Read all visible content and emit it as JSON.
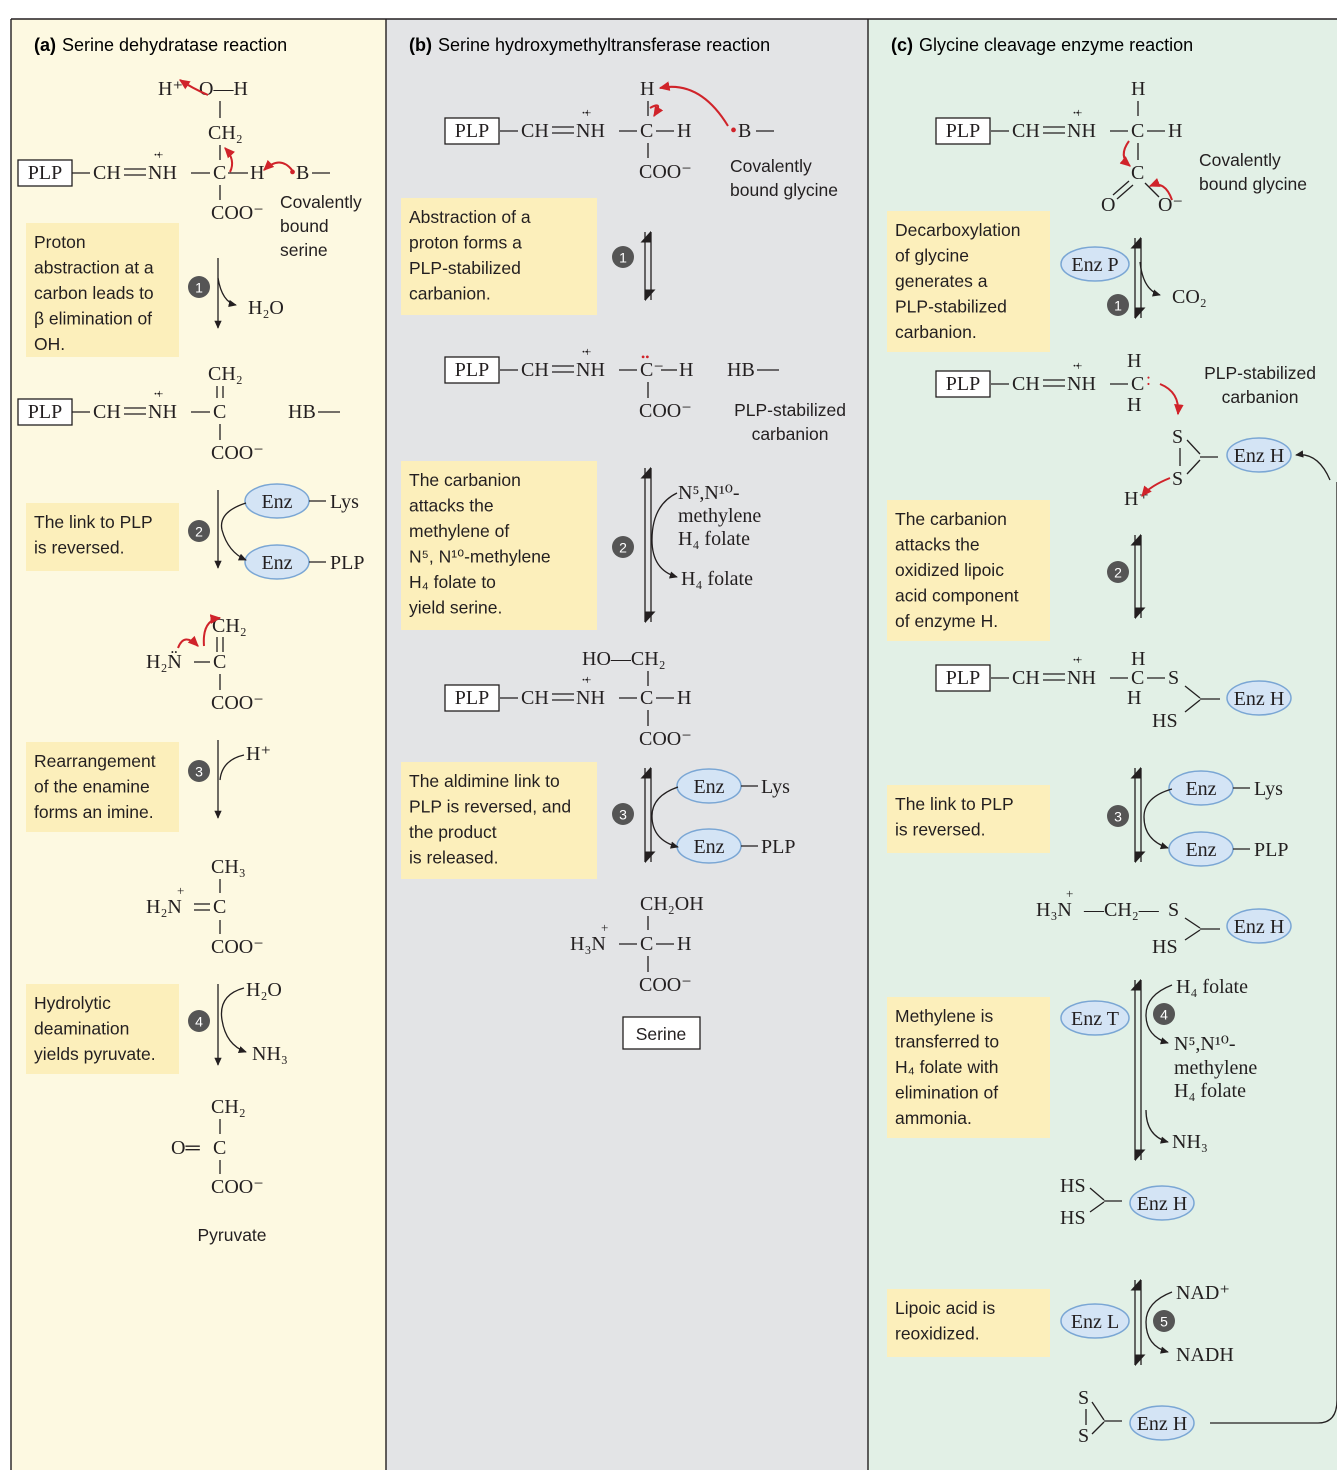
{
  "colors": {
    "panel_a_bg": "#fdf9e1",
    "panel_b_bg": "#e3e4e6",
    "panel_c_bg": "#e2f0e6",
    "note_bg": "#fcefbb",
    "enzyme_fill": "#d4e4f5",
    "enzyme_stroke": "#7aa6d4",
    "electron_arrow": "#d0232a",
    "step_circle": "#555555",
    "ink": "#231f20"
  },
  "plp": "PLP",
  "schiff": "CH═N̈H",
  "plus": "+",
  "panels": {
    "a": {
      "letter": "(a)",
      "title": "Serine dehydratase reaction",
      "label_bound": "Covalently\nbound\nserine",
      "pyruvate": "Pyruvate",
      "steps": [
        {
          "num": "1",
          "note": "Proton\nabstraction at a\ncarbon leads to\nβ elimination of\nOH."
        },
        {
          "num": "2",
          "note": "The link to PLP\nis reversed."
        },
        {
          "num": "3",
          "note": "Rearrangement\nof the enamine\nforms an imine."
        },
        {
          "num": "4",
          "note": "Hydrolytic\ndeamination\nyields pyruvate."
        }
      ]
    },
    "b": {
      "letter": "(b)",
      "title": "Serine hydroxymethyltransferase reaction",
      "label_bound": "Covalently\nbound glycine",
      "label_carbanion": "PLP-stabilized\ncarbanion",
      "serine": "Serine",
      "steps": [
        {
          "num": "1",
          "note": "Abstraction of a\nproton forms a\nPLP-stabilized\ncarbanion."
        },
        {
          "num": "2",
          "note": "The carbanion\nattacks the\nmethylene of\nN⁵, N¹⁰-methylene\nH₄ folate to\nyield serine."
        },
        {
          "num": "3",
          "note": "The aldimine link to\nPLP is reversed, and\nthe product\nis released."
        }
      ]
    },
    "c": {
      "letter": "(c)",
      "title": "Glycine cleavage enzyme reaction",
      "label_bound": "Covalently\nbound glycine",
      "label_carbanion": "PLP-stabilized\ncarbanion",
      "steps": [
        {
          "num": "1",
          "note": "Decarboxylation\nof glycine\ngenerates a\nPLP-stabilized\ncarbanion."
        },
        {
          "num": "2",
          "note": "The carbanion\nattacks the\noxidized lipoic\nacid component\nof enzyme H."
        },
        {
          "num": "3",
          "note": "The link to PLP\nis reversed."
        },
        {
          "num": "4",
          "note": "Methylene is\ntransferred to\nH₄ folate with\nelimination of\nammonia."
        },
        {
          "num": "5",
          "note": "Lipoic acid is\nreoxidized."
        }
      ]
    }
  },
  "enzymes": {
    "enz": "Enz",
    "enz_p": "Enz P",
    "enz_h": "Enz H",
    "enz_t": "Enz T",
    "enz_l": "Enz L"
  },
  "chem": {
    "h_plus": "H⁺",
    "h2o": "H₂O",
    "co2": "CO₂",
    "nh3": "NH₃",
    "lys": "Lys",
    "plp_side": "PLP",
    "hb": "HB",
    "b": "B",
    "h4folate": "H₄ folate",
    "n5n10": "N⁵,N¹⁰-",
    "methylene": "methylene",
    "nad_plus": "NAD⁺",
    "nadh": "NADH",
    "coo": "COO⁻",
    "ch2": "CH₂",
    "ch3": "CH₃",
    "ch2oh": "CH₂OH",
    "oh": "O—H",
    "ho_ch2": "HO—CH₂",
    "h2n": "H₂N̈",
    "h2n_plus": "H₂N",
    "h3n": "H₃N",
    "ch2_chain": "—CH₂—",
    "hs": "HS",
    "s": "S",
    "o": "O",
    "o_minus": "O⁻",
    "h": "H",
    "c": "C",
    "c_minus": "C⁻",
    "o_eq": "O═"
  }
}
